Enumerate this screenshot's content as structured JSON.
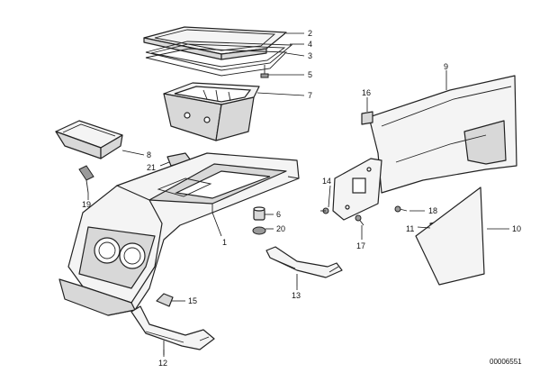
{
  "callouts": [
    {
      "id": "c1",
      "label": "1"
    },
    {
      "id": "c2",
      "label": "2"
    },
    {
      "id": "c3",
      "label": "3"
    },
    {
      "id": "c4",
      "label": "4"
    },
    {
      "id": "c5",
      "label": "5"
    },
    {
      "id": "c6",
      "label": "6"
    },
    {
      "id": "c7",
      "label": "7"
    },
    {
      "id": "c8",
      "label": "8"
    },
    {
      "id": "c9",
      "label": "9"
    },
    {
      "id": "c10",
      "label": "10"
    },
    {
      "id": "c11",
      "label": "11"
    },
    {
      "id": "c12",
      "label": "12"
    },
    {
      "id": "c13",
      "label": "13"
    },
    {
      "id": "c14",
      "label": "14"
    },
    {
      "id": "c15",
      "label": "15"
    },
    {
      "id": "c16",
      "label": "16"
    },
    {
      "id": "c17",
      "label": "17"
    },
    {
      "id": "c18",
      "label": "18"
    },
    {
      "id": "c19",
      "label": "19"
    },
    {
      "id": "c20",
      "label": "20"
    },
    {
      "id": "c21",
      "label": "21"
    }
  ],
  "doc_number": "00006551"
}
